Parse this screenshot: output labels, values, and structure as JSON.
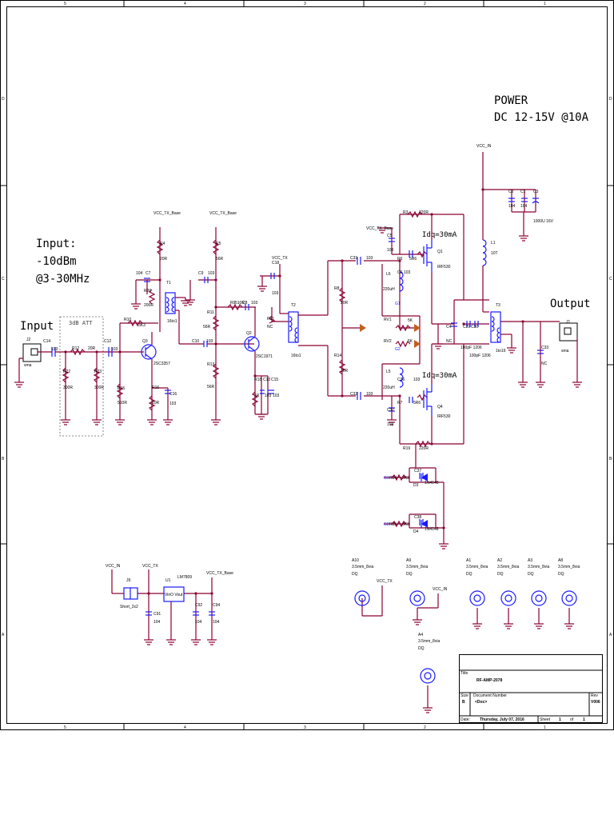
{
  "title_block": {
    "title_label": "Title",
    "title": "RF-AMP-2078",
    "size_label": "Size",
    "size": "B",
    "docnum_label": "Document Number",
    "docnum": "<Doc>",
    "rev_label": "Rev",
    "rev": "V006",
    "date_label": "Date:",
    "date": "Thursday, July 07, 2016",
    "sheet_label": "Sheet",
    "sheet": "1",
    "of_label": "of",
    "of": "1"
  },
  "border": {
    "top": [
      "5",
      "4",
      "3",
      "2",
      "1"
    ],
    "bottom": [
      "5",
      "4",
      "3",
      "2",
      "1"
    ],
    "left": [
      "D",
      "C",
      "B",
      "A"
    ],
    "right": [
      "D",
      "C",
      "B",
      "A"
    ]
  },
  "notes": {
    "power_line1": "POWER",
    "power_line2": "DC 12-15V @10A",
    "input_line1": "Input:",
    "input_line2": "-10dBm",
    "input_line3": "@3-30MHz",
    "input_port": "Input",
    "output_port": "Output",
    "idq_top": "Idq=30mA",
    "idq_bottom": "Idq=30mA",
    "att_box": "3dB ATT"
  },
  "nets": {
    "vcc_tx_base_1": "VCC_TX_Base",
    "vcc_tx_base_2": "VCC_TX_Base",
    "vcc_tx": "VCC_TX",
    "vcc_tx_base_3": "VCC_TX_Base",
    "vcc_in": "VCC_IN",
    "vcc_in_2": "VCC_IN",
    "vcc_tx_2": "VCC_TX",
    "vcc_tx_base_4": "VCC_TX_Base",
    "vcc_tx_3": "VCC_TX",
    "vcc_in_3": "VCC_IN"
  },
  "labels": [
    {
      "id": "J2",
      "t": "J2"
    },
    {
      "id": "sma_in",
      "t": "sma"
    },
    {
      "id": "C14",
      "t": "C14"
    },
    {
      "id": "C14v",
      "t": "103"
    },
    {
      "id": "R12",
      "t": "R12"
    },
    {
      "id": "R12v",
      "t": "20R"
    },
    {
      "id": "C12",
      "t": "C12"
    },
    {
      "id": "C12v",
      "t": "103"
    },
    {
      "id": "R22",
      "t": "R22"
    },
    {
      "id": "R22v",
      "t": "300R"
    },
    {
      "id": "R23",
      "t": "R23"
    },
    {
      "id": "R23v",
      "t": "300R"
    },
    {
      "id": "R10",
      "t": "R10"
    },
    {
      "id": "R10v",
      "t": "3K3"
    },
    {
      "id": "R15",
      "t": "R15"
    },
    {
      "id": "R15v",
      "t": "510R"
    },
    {
      "id": "Q3",
      "t": "Q3"
    },
    {
      "id": "Q3v",
      "t": "2SC3357"
    },
    {
      "id": "R16",
      "t": "R16"
    },
    {
      "id": "R16v",
      "t": "10R"
    },
    {
      "id": "C16",
      "t": "C16"
    },
    {
      "id": "C16v",
      "t": "103"
    },
    {
      "id": "R4",
      "t": "R4"
    },
    {
      "id": "R4v",
      "t": "20R"
    },
    {
      "id": "C104a",
      "t": "104"
    },
    {
      "id": "C7",
      "t": "C7"
    },
    {
      "id": "R20",
      "t": "R20"
    },
    {
      "id": "R20v",
      "t": "200R"
    },
    {
      "id": "T1",
      "t": "T1"
    },
    {
      "id": "T1v",
      "t": "16to1"
    },
    {
      "id": "C10",
      "t": "C10"
    },
    {
      "id": "C10v",
      "t": "103"
    },
    {
      "id": "R5",
      "t": "R5"
    },
    {
      "id": "R5v",
      "t": "56R"
    },
    {
      "id": "C9",
      "t": "C9"
    },
    {
      "id": "C9v",
      "t": "103"
    },
    {
      "id": "R11",
      "t": "R11"
    },
    {
      "id": "R11v",
      "t": "56R"
    },
    {
      "id": "R13",
      "t": "R13"
    },
    {
      "id": "R13v",
      "t": "56R"
    },
    {
      "id": "R9",
      "t": "R9"
    },
    {
      "id": "R9v",
      "t": "510R"
    },
    {
      "id": "C8",
      "t": "C8"
    },
    {
      "id": "C8v",
      "t": "103"
    },
    {
      "id": "Q2",
      "t": "Q2"
    },
    {
      "id": "Q2v",
      "t": "2SC1971"
    },
    {
      "id": "R18",
      "t": "R18"
    },
    {
      "id": "C13",
      "t": "C13"
    },
    {
      "id": "C15",
      "t": "C15"
    },
    {
      "id": "R1v",
      "t": "1R"
    },
    {
      "id": "C13v",
      "t": "103"
    },
    {
      "id": "C15v",
      "t": "103"
    },
    {
      "id": "R21",
      "t": "R21"
    },
    {
      "id": "R21v",
      "t": "NC"
    },
    {
      "id": "C18",
      "t": "C18"
    },
    {
      "id": "C18v",
      "t": "103"
    },
    {
      "id": "T2",
      "t": "T2"
    },
    {
      "id": "T2v",
      "t": "16to1"
    },
    {
      "id": "C31",
      "t": "C31"
    },
    {
      "id": "C31v",
      "t": "103"
    },
    {
      "id": "R8",
      "t": "R8"
    },
    {
      "id": "R8v",
      "t": "20R"
    },
    {
      "id": "R14",
      "t": "R14"
    },
    {
      "id": "R14v",
      "t": "20R"
    },
    {
      "id": "C32",
      "t": "C32"
    },
    {
      "id": "C32v",
      "t": "103"
    },
    {
      "id": "R3",
      "t": "R3"
    },
    {
      "id": "R3v",
      "t": "220R"
    },
    {
      "id": "C5",
      "t": "C5"
    },
    {
      "id": "C5v",
      "t": "103"
    },
    {
      "id": "R6",
      "t": "R6"
    },
    {
      "id": "R6v",
      "t": "5R6"
    },
    {
      "id": "C6",
      "t": "C6"
    },
    {
      "id": "C6v",
      "t": "103"
    },
    {
      "id": "L6",
      "t": "L6"
    },
    {
      "id": "L6v",
      "t": "220uH"
    },
    {
      "id": "Q1",
      "t": "Q1"
    },
    {
      "id": "Q1v",
      "t": "IRF530"
    },
    {
      "id": "G1",
      "t": "G1"
    },
    {
      "id": "RV1",
      "t": "RV1"
    },
    {
      "id": "RV1v",
      "t": "5K"
    },
    {
      "id": "RV2",
      "t": "RV2"
    },
    {
      "id": "RV2v",
      "t": "5K"
    },
    {
      "id": "G2",
      "t": "G2"
    },
    {
      "id": "L5",
      "t": "L5"
    },
    {
      "id": "L5v",
      "t": "220uH"
    },
    {
      "id": "C36",
      "t": "C36"
    },
    {
      "id": "C36v",
      "t": "103"
    },
    {
      "id": "R7",
      "t": "R7"
    },
    {
      "id": "R7v",
      "t": "5R6"
    },
    {
      "id": "C17",
      "t": "C17"
    },
    {
      "id": "C17v",
      "t": "103"
    },
    {
      "id": "Q4",
      "t": "Q4"
    },
    {
      "id": "Q4v",
      "t": "IRF530"
    },
    {
      "id": "R19",
      "t": "R19"
    },
    {
      "id": "R19v",
      "t": "220R"
    },
    {
      "id": "C2",
      "t": "C2"
    },
    {
      "id": "C1",
      "t": "C1"
    },
    {
      "id": "C3",
      "t": "C3"
    },
    {
      "id": "C1v",
      "t": "104"
    },
    {
      "id": "C2v",
      "t": "104"
    },
    {
      "id": "C3v",
      "t": "1000U 16V"
    },
    {
      "id": "L1",
      "t": "L1"
    },
    {
      "id": "L1v",
      "t": "10T"
    },
    {
      "id": "C4",
      "t": "C4"
    },
    {
      "id": "C4v",
      "t": "NC"
    },
    {
      "id": "C29",
      "t": "C29"
    },
    {
      "id": "C30",
      "t": "C30"
    },
    {
      "id": "C29v",
      "t": "100pF 1206"
    },
    {
      "id": "C30v",
      "t": "100pF 1206"
    },
    {
      "id": "T3",
      "t": "T3"
    },
    {
      "id": "T3v",
      "t": "1to16"
    },
    {
      "id": "C33",
      "t": "C33"
    },
    {
      "id": "C33v",
      "t": "NC"
    },
    {
      "id": "J1",
      "t": "J1"
    },
    {
      "id": "sma_out",
      "t": "sma"
    },
    {
      "id": "R24",
      "t": "R24"
    },
    {
      "id": "R24v",
      "t": "3K3"
    },
    {
      "id": "C37",
      "t": "C37"
    },
    {
      "id": "D3",
      "t": "D3"
    },
    {
      "id": "D3v",
      "t": "1N4148"
    },
    {
      "id": "R25",
      "t": "R25"
    },
    {
      "id": "R25v",
      "t": "3K3"
    },
    {
      "id": "C38",
      "t": "C38"
    },
    {
      "id": "D4",
      "t": "D4"
    },
    {
      "id": "D4v",
      "t": "1N4148"
    },
    {
      "id": "G1b",
      "t": "G1"
    },
    {
      "id": "G2b",
      "t": "G2"
    },
    {
      "id": "J9",
      "t": "J9"
    },
    {
      "id": "J9v",
      "t": "Short_2x2"
    },
    {
      "id": "U1",
      "t": "U1"
    },
    {
      "id": "U1v",
      "t": "LM7809"
    },
    {
      "id": "U1in",
      "t": "VinO Vout"
    },
    {
      "id": "C91",
      "t": "C91"
    },
    {
      "id": "C91v",
      "t": "104"
    },
    {
      "id": "C92",
      "t": "C92"
    },
    {
      "id": "C92v",
      "t": "104"
    },
    {
      "id": "C94",
      "t": "C94"
    },
    {
      "id": "C94v",
      "t": "104"
    },
    {
      "id": "A10",
      "t": "A10"
    },
    {
      "id": "A10v",
      "t": "3.5mm_8via"
    },
    {
      "id": "A10d",
      "t": "DQ"
    },
    {
      "id": "A9",
      "t": "A9"
    },
    {
      "id": "A9v",
      "t": "3.5mm_8via"
    },
    {
      "id": "A9d",
      "t": "DQ"
    },
    {
      "id": "A1",
      "t": "A1"
    },
    {
      "id": "A1v",
      "t": "3.5mm_8via"
    },
    {
      "id": "A1d",
      "t": "DQ"
    },
    {
      "id": "A2",
      "t": "A2"
    },
    {
      "id": "A2v",
      "t": "3.5mm_8via"
    },
    {
      "id": "A2d",
      "t": "DQ"
    },
    {
      "id": "A3",
      "t": "A3"
    },
    {
      "id": "A3v",
      "t": "3.5mm_8via"
    },
    {
      "id": "A3d",
      "t": "DQ"
    },
    {
      "id": "A8",
      "t": "A8"
    },
    {
      "id": "A8v",
      "t": "3.5mm_8via"
    },
    {
      "id": "A8d",
      "t": "DQ"
    },
    {
      "id": "A4",
      "t": "A4"
    },
    {
      "id": "A4v",
      "t": "3.5mm_8via"
    },
    {
      "id": "A4d",
      "t": "DQ"
    }
  ]
}
